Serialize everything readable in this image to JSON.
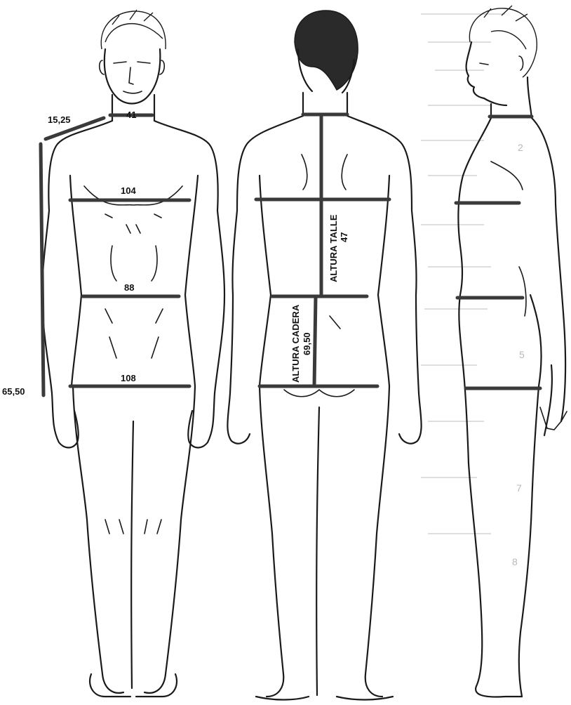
{
  "measurements": {
    "shoulder": "15,25",
    "neck": "41",
    "arm_length": "65,50",
    "chest": "104",
    "waist": "88",
    "hip": "108",
    "back_waist_length_label": "ALTURA TALLE",
    "back_waist_length_value": "47",
    "hip_height_label": "ALTURA CADERA",
    "hip_height_value": "69,50"
  },
  "views": [
    "front",
    "back",
    "side"
  ],
  "colors": {
    "tape": "#3a3a3a",
    "line": "#1a1a1a",
    "background": "#ffffff"
  }
}
